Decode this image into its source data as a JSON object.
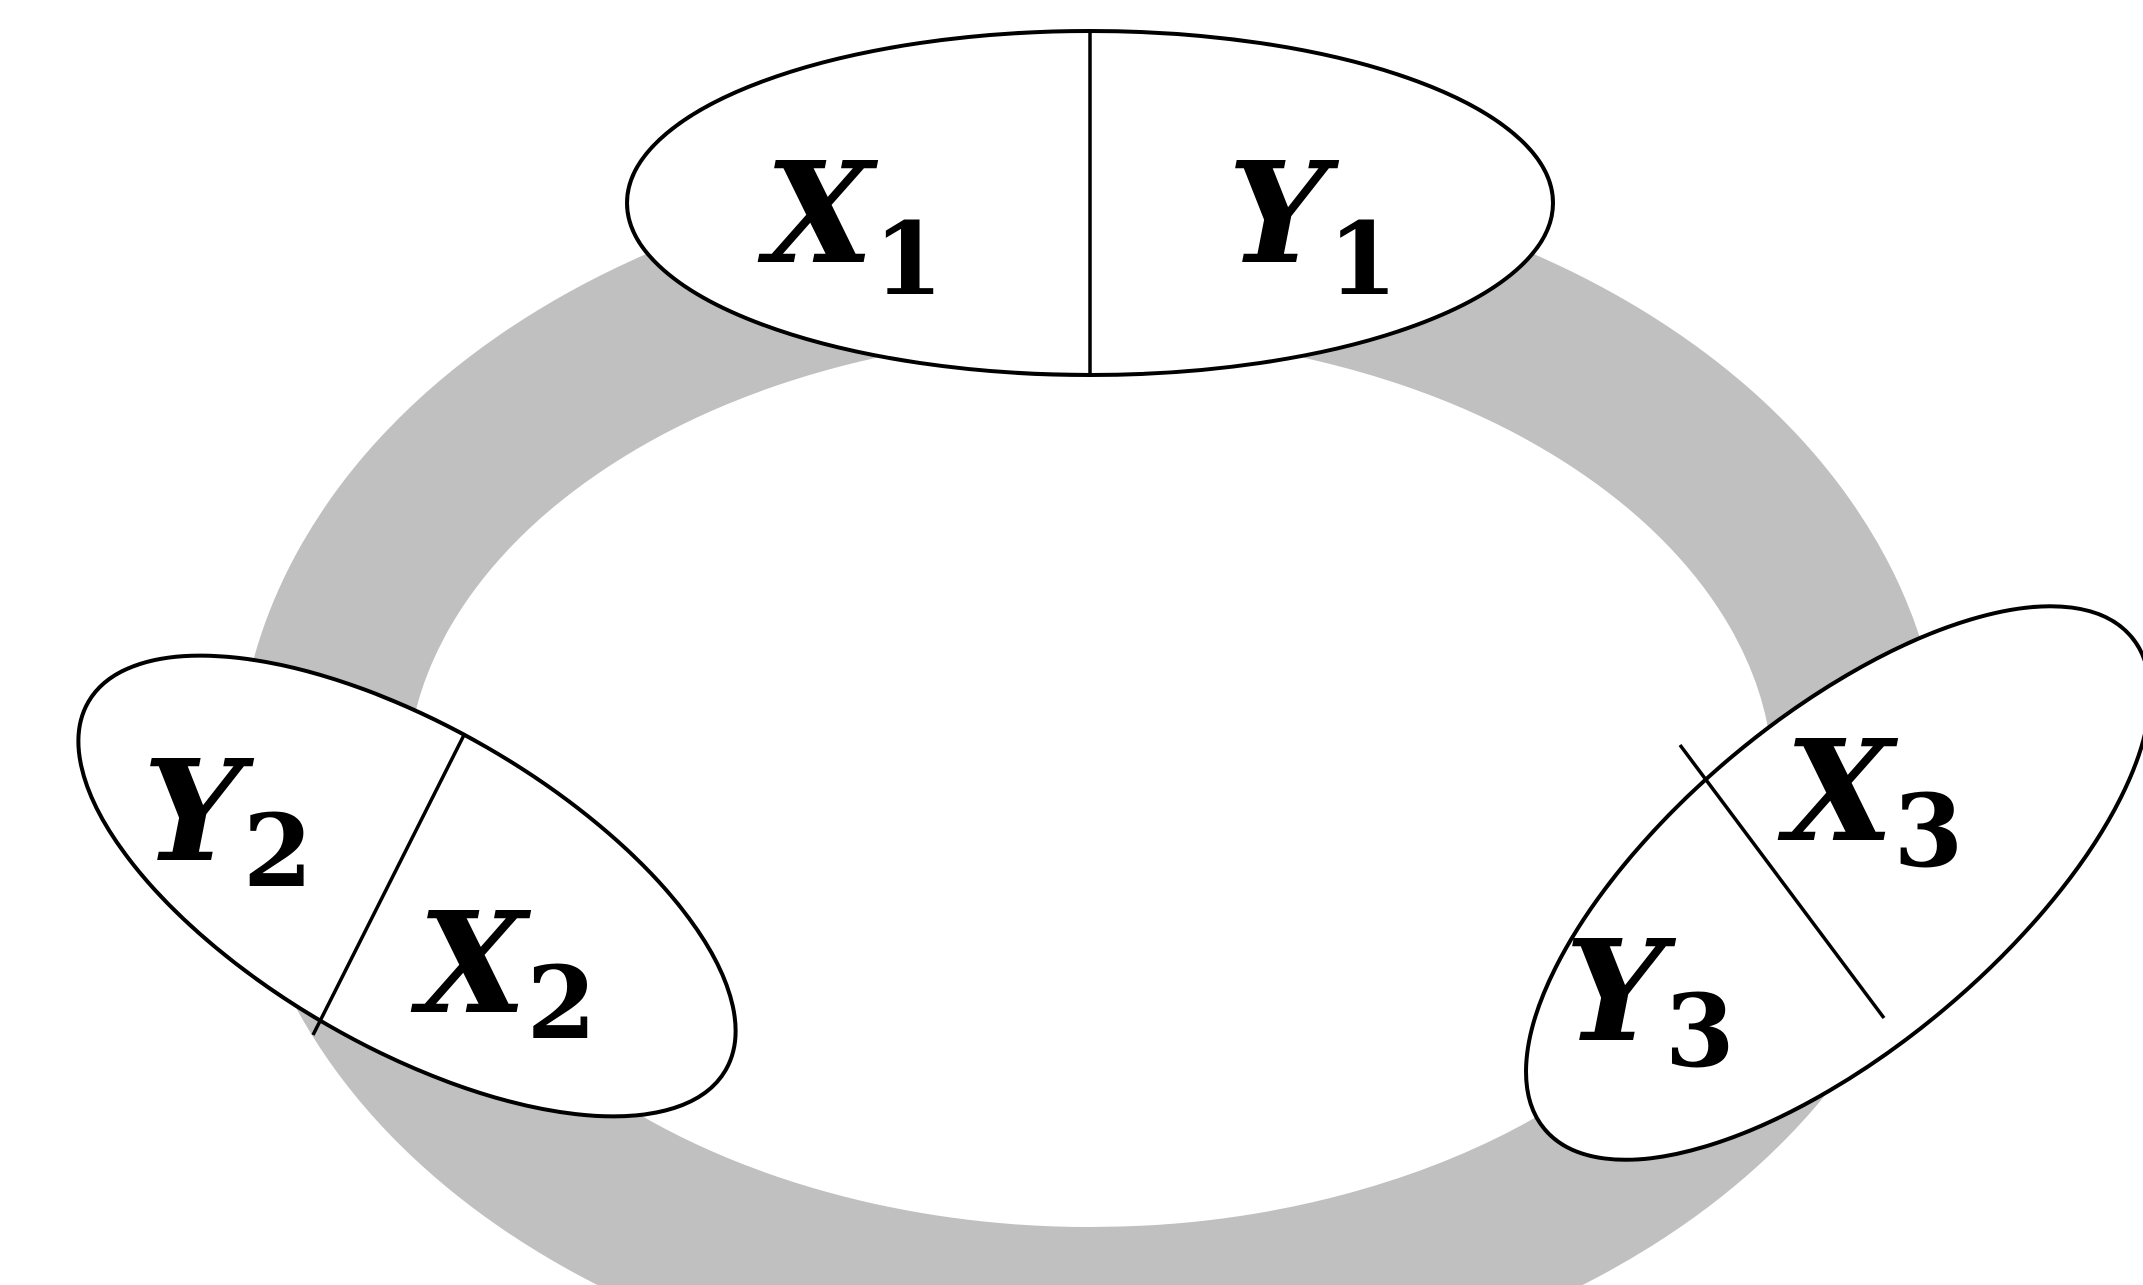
{
  "diagram": {
    "colors": {
      "ring": "#c0c0c0",
      "stroke": "#000000",
      "fill": "#ffffff"
    },
    "nodes": [
      {
        "id": "node-1",
        "left": {
          "main": "X",
          "sub": "1"
        },
        "right": {
          "main": "Y",
          "sub": "1"
        }
      },
      {
        "id": "node-2",
        "left": {
          "main": "Y",
          "sub": "2"
        },
        "right": {
          "main": "X",
          "sub": "2"
        }
      },
      {
        "id": "node-3",
        "left": {
          "main": "Y",
          "sub": "3"
        },
        "right": {
          "main": "X",
          "sub": "3"
        }
      }
    ]
  }
}
